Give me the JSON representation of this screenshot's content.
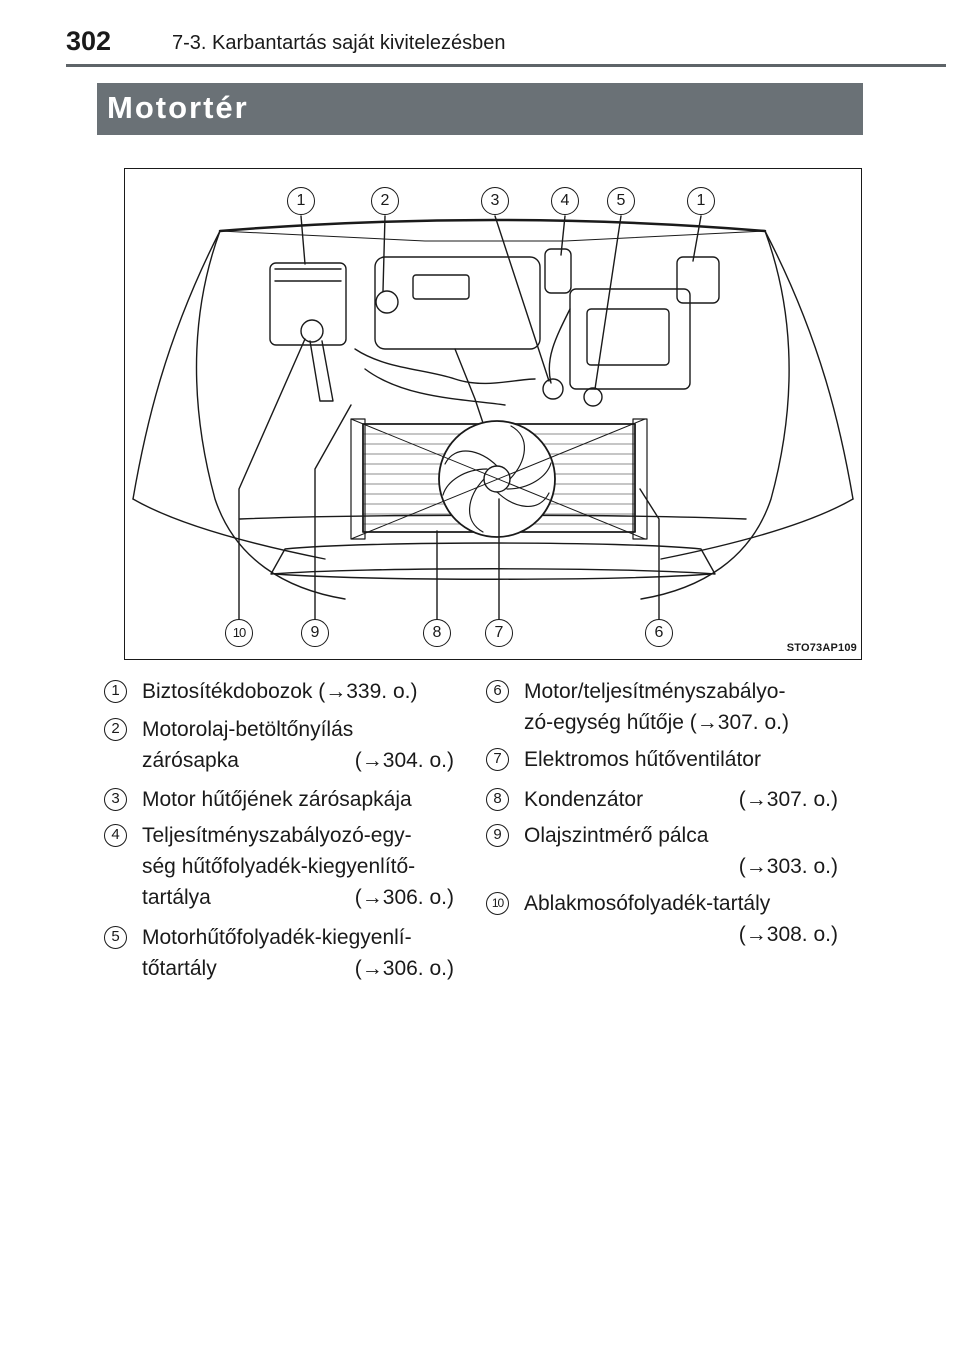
{
  "header": {
    "page_number": "302",
    "chapter": "7-3. Karbantartás saját kivitelezésben"
  },
  "section": {
    "title": "Motortér"
  },
  "figure": {
    "code": "STO73AP109",
    "callouts_top": [
      "1",
      "2",
      "3",
      "4",
      "5",
      "1"
    ],
    "callouts_bottom": [
      "10",
      "9",
      "8",
      "7",
      "6"
    ]
  },
  "legend_left": [
    {
      "num": "1",
      "lines": [
        [
          "Biztosítékdobozok (→339. o.)"
        ]
      ]
    },
    {
      "num": "2",
      "lines": [
        [
          "Motorolaj-betöltőnyílás"
        ],
        [
          "zárósapka",
          "(→304. o.)"
        ]
      ]
    },
    {
      "num": "3",
      "lines": [
        [
          "Motor hűtőjének zárósapkája"
        ]
      ]
    },
    {
      "num": "4",
      "lines": [
        [
          "Teljesítményszabályozó-egy-"
        ],
        [
          "ség hűtőfolyadék-kiegyenlítő-"
        ],
        [
          "tartálya",
          "(→306. o.)"
        ]
      ]
    },
    {
      "num": "5",
      "lines": [
        [
          "Motorhűtőfolyadék-kiegyenlí-"
        ],
        [
          "tőtartály",
          "(→306. o.)"
        ]
      ]
    }
  ],
  "legend_right": [
    {
      "num": "6",
      "lines": [
        [
          "Motor/teljesítményszabályo-"
        ],
        [
          "zó-egység hűtője  (→307. o.)"
        ]
      ]
    },
    {
      "num": "7",
      "lines": [
        [
          "Elektromos hűtőventilátor"
        ]
      ]
    },
    {
      "num": "8",
      "lines": [
        [
          "Kondenzátor",
          "(→307. o.)"
        ]
      ]
    },
    {
      "num": "9",
      "lines": [
        [
          "Olajszintmérő pálca"
        ],
        [
          "",
          "(→303. o.)"
        ]
      ]
    },
    {
      "num": "10",
      "lines": [
        [
          "Ablakmosófolyadék-tartály"
        ],
        [
          "",
          "(→308. o.)"
        ]
      ]
    }
  ]
}
